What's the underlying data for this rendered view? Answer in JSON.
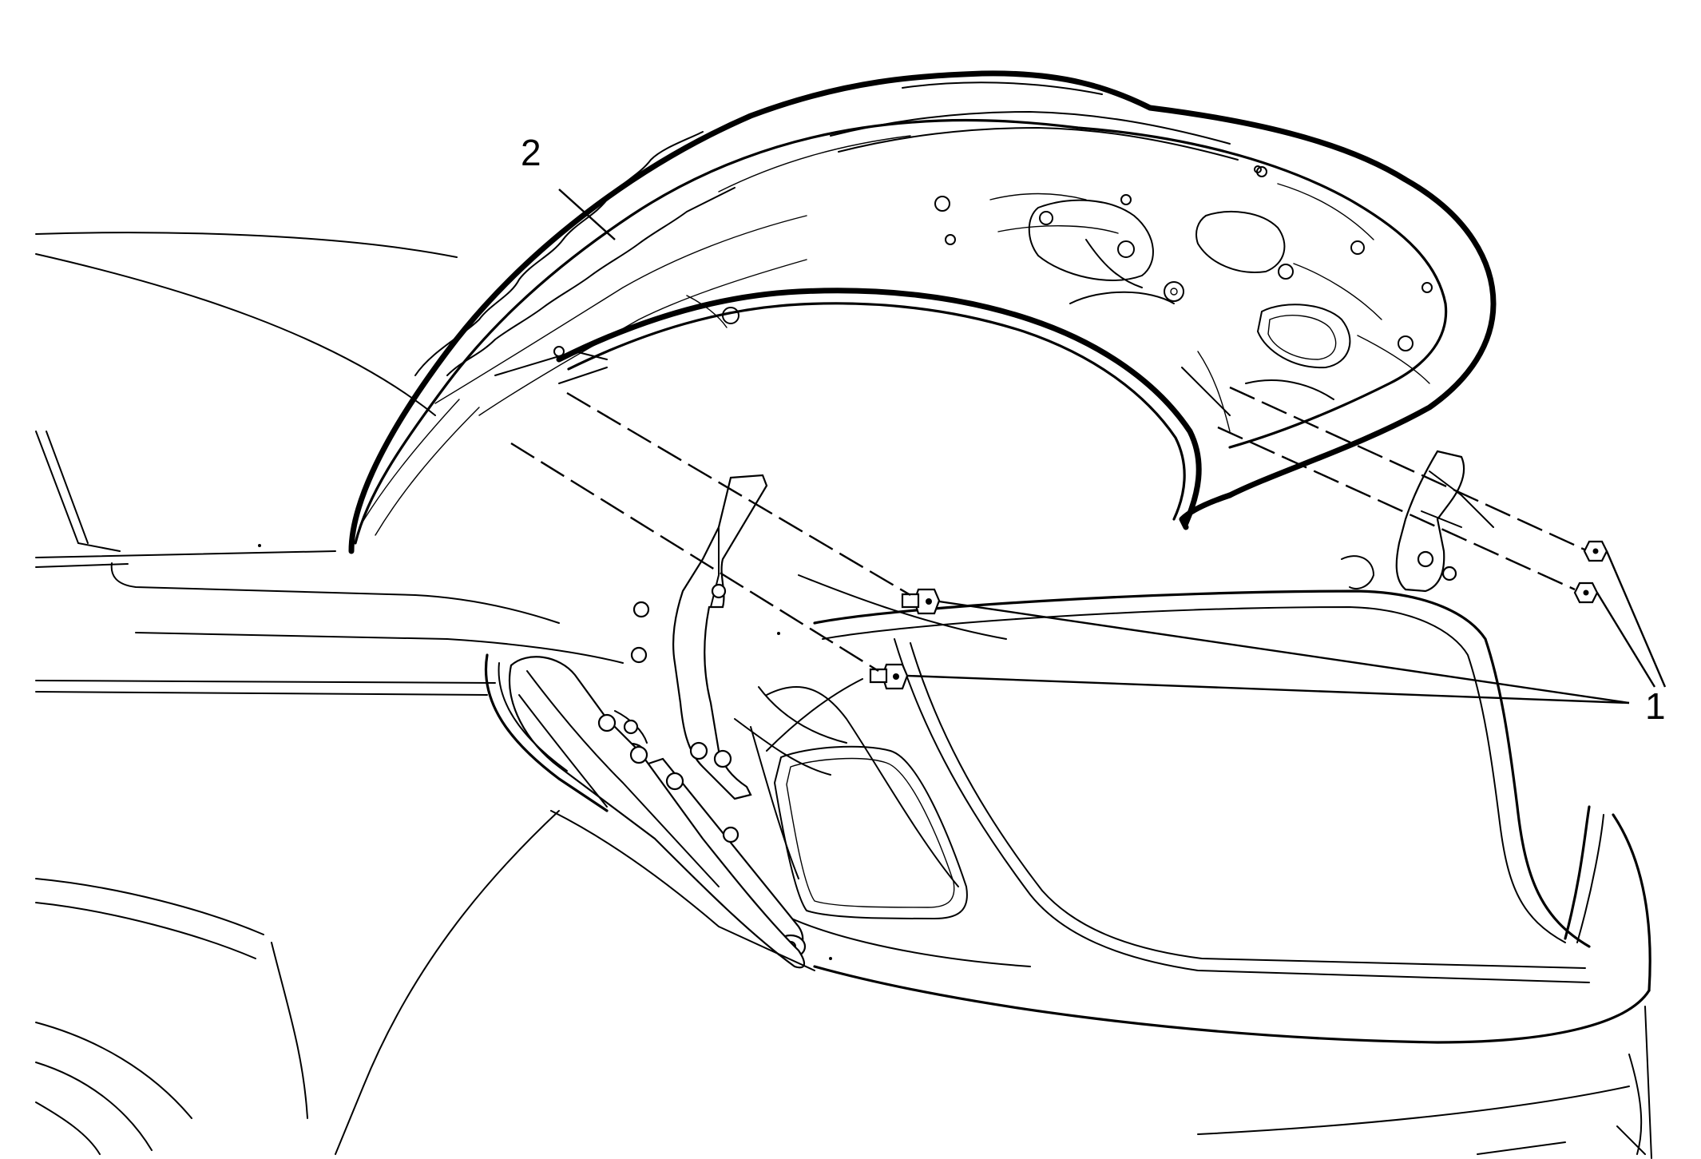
{
  "diagram": {
    "callouts": [
      {
        "id": "callout-1",
        "label": "1"
      },
      {
        "id": "callout-2",
        "label": "2"
      }
    ]
  }
}
